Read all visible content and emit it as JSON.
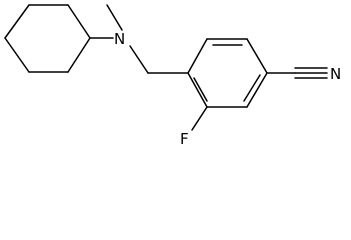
{
  "molecule": {
    "atoms": {
      "nitrogen_amine": "N",
      "fluorine": "F",
      "nitrogen_nitrile": "N"
    },
    "line_color": "#000000",
    "background": "#ffffff"
  }
}
